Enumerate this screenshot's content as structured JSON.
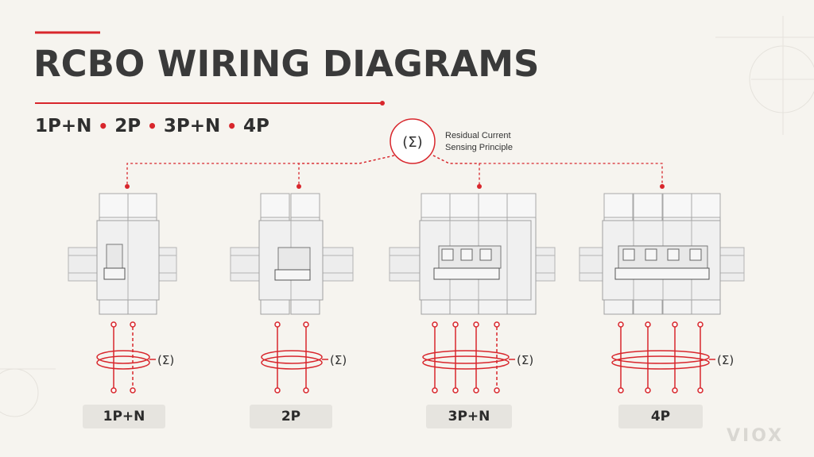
{
  "title": "RCBO WIRING DIAGRAMS",
  "subtitle": {
    "items": [
      "1P+N",
      "2P",
      "3P+N",
      "4P"
    ]
  },
  "sensing": {
    "symbol": "(Σ)",
    "line1": "Residual Current",
    "line2": "Sensing Principle"
  },
  "ct_symbol": "(Σ)",
  "panels": [
    {
      "label": "1P+N"
    },
    {
      "label": "2P"
    },
    {
      "label": "3P+N"
    },
    {
      "label": "4P"
    }
  ],
  "brand": "VIOX",
  "colors": {
    "accent": "#d8262c",
    "text": "#3a3a3a",
    "device": "#f2f2f2",
    "outline": "#9a9a9a"
  }
}
